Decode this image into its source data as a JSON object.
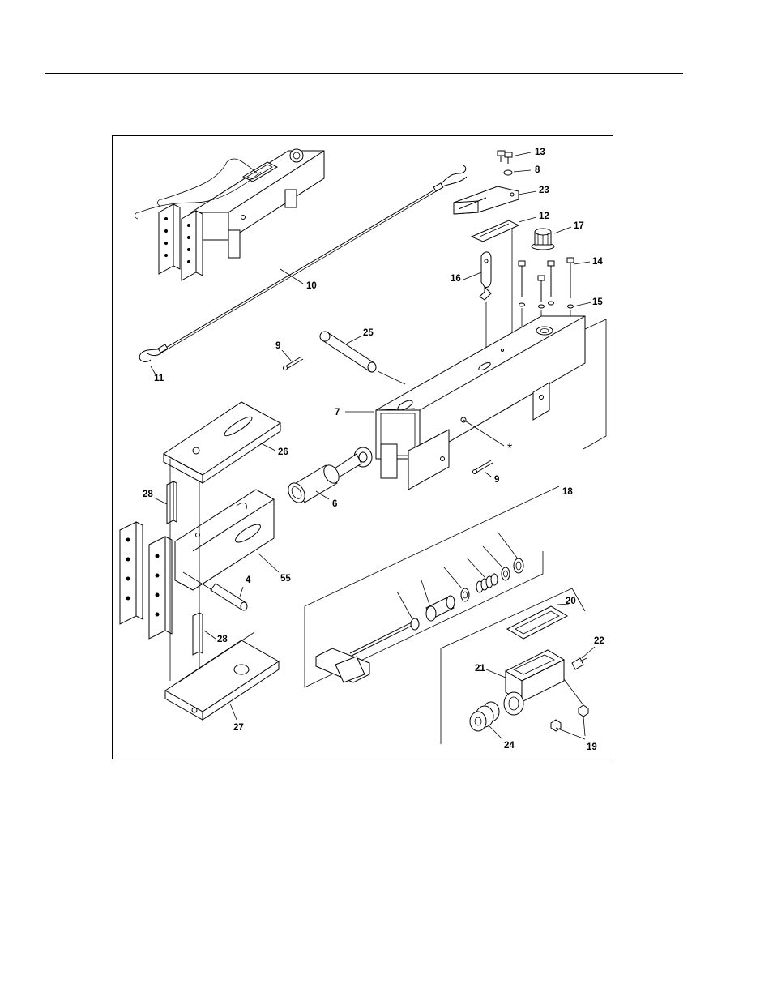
{
  "callouts": [
    {
      "id": "c13",
      "text": "13"
    },
    {
      "id": "c8",
      "text": "8"
    },
    {
      "id": "c23",
      "text": "23"
    },
    {
      "id": "c12",
      "text": "12"
    },
    {
      "id": "c17",
      "text": "17"
    },
    {
      "id": "c14",
      "text": "14"
    },
    {
      "id": "c16",
      "text": "16"
    },
    {
      "id": "c15",
      "text": "15"
    },
    {
      "id": "c10",
      "text": "10"
    },
    {
      "id": "c9a",
      "text": "9"
    },
    {
      "id": "c25",
      "text": "25"
    },
    {
      "id": "c11",
      "text": "11"
    },
    {
      "id": "c7",
      "text": "7"
    },
    {
      "id": "c26",
      "text": "26"
    },
    {
      "id": "c6",
      "text": "6"
    },
    {
      "id": "c9b",
      "text": "9"
    },
    {
      "id": "c28a",
      "text": "28"
    },
    {
      "id": "c18",
      "text": "18"
    },
    {
      "id": "c55",
      "text": "55"
    },
    {
      "id": "c4",
      "text": "4"
    },
    {
      "id": "c28b",
      "text": "28"
    },
    {
      "id": "c20",
      "text": "20"
    },
    {
      "id": "c22",
      "text": "22"
    },
    {
      "id": "c21",
      "text": "21"
    },
    {
      "id": "c27",
      "text": "27"
    },
    {
      "id": "c24",
      "text": "24"
    },
    {
      "id": "c19",
      "text": "19"
    }
  ],
  "asterisk": "*"
}
